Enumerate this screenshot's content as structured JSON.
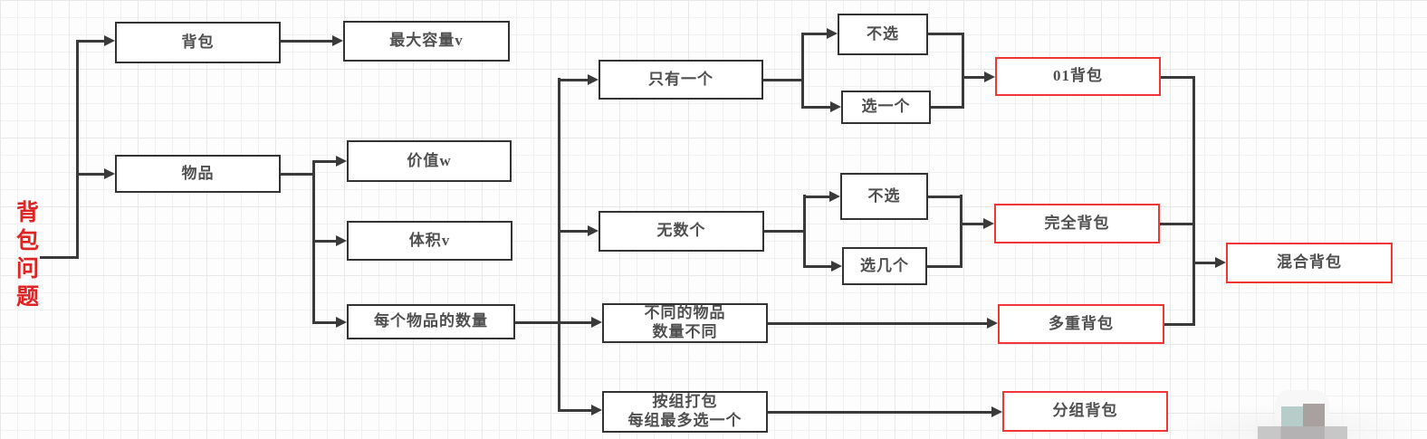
{
  "title": {
    "text": "背包问题"
  },
  "colors": {
    "line": "#3a3a3a",
    "box_border": "#333333",
    "red_border": "#f23636",
    "text": "#4f4f4f",
    "title": "#e02323",
    "grid": "#f0f0f0",
    "grid_major": "#e7e7e7"
  },
  "nodes": {
    "knapsack": {
      "label": "背包"
    },
    "max_capacity": {
      "label": "最大容量v"
    },
    "item": {
      "label": "物品"
    },
    "value_w": {
      "label": "价值w"
    },
    "volume_v": {
      "label": "体积v"
    },
    "item_count": {
      "label": "每个物品的数量"
    },
    "only_one": {
      "label": "只有一个"
    },
    "skip_1": {
      "label": "不选"
    },
    "pick_one": {
      "label": "选一个"
    },
    "unlimited": {
      "label": "无数个"
    },
    "skip_2": {
      "label": "不选"
    },
    "pick_several": {
      "label": "选几个"
    },
    "diff_items": {
      "label": "不同的物品\n数量不同"
    },
    "group_pack": {
      "label": "按组打包\n每组最多选一个"
    },
    "knapsack_01": {
      "label": "01背包"
    },
    "complete": {
      "label": "完全背包"
    },
    "multiple": {
      "label": "多重背包"
    },
    "grouped": {
      "label": "分组背包"
    },
    "mixed": {
      "label": "混合背包"
    }
  }
}
